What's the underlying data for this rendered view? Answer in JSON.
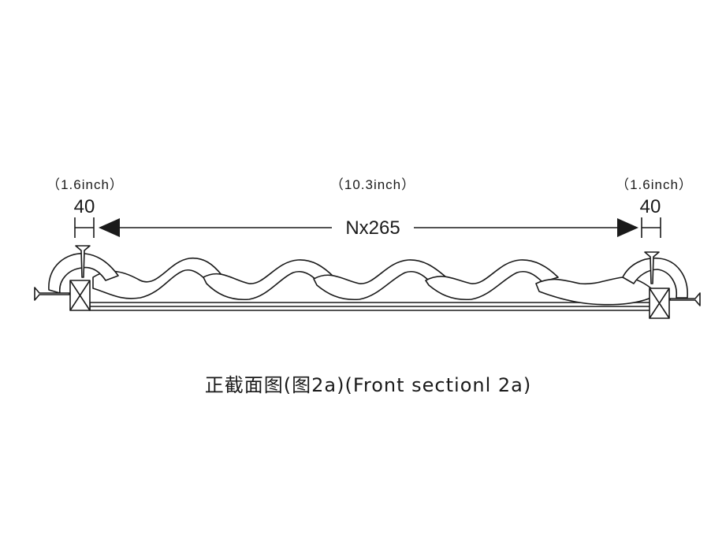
{
  "dimensions": {
    "left_inch": "（1.6inch）",
    "center_inch": "（10.3inch）",
    "right_inch": "（1.6inch）",
    "left_value": "40",
    "right_value": "40",
    "span_label": "Nx265"
  },
  "caption": "正截面图(图2a)(Front sectionl 2a)",
  "colors": {
    "ink": "#1a1a1a",
    "background": "#ffffff"
  }
}
